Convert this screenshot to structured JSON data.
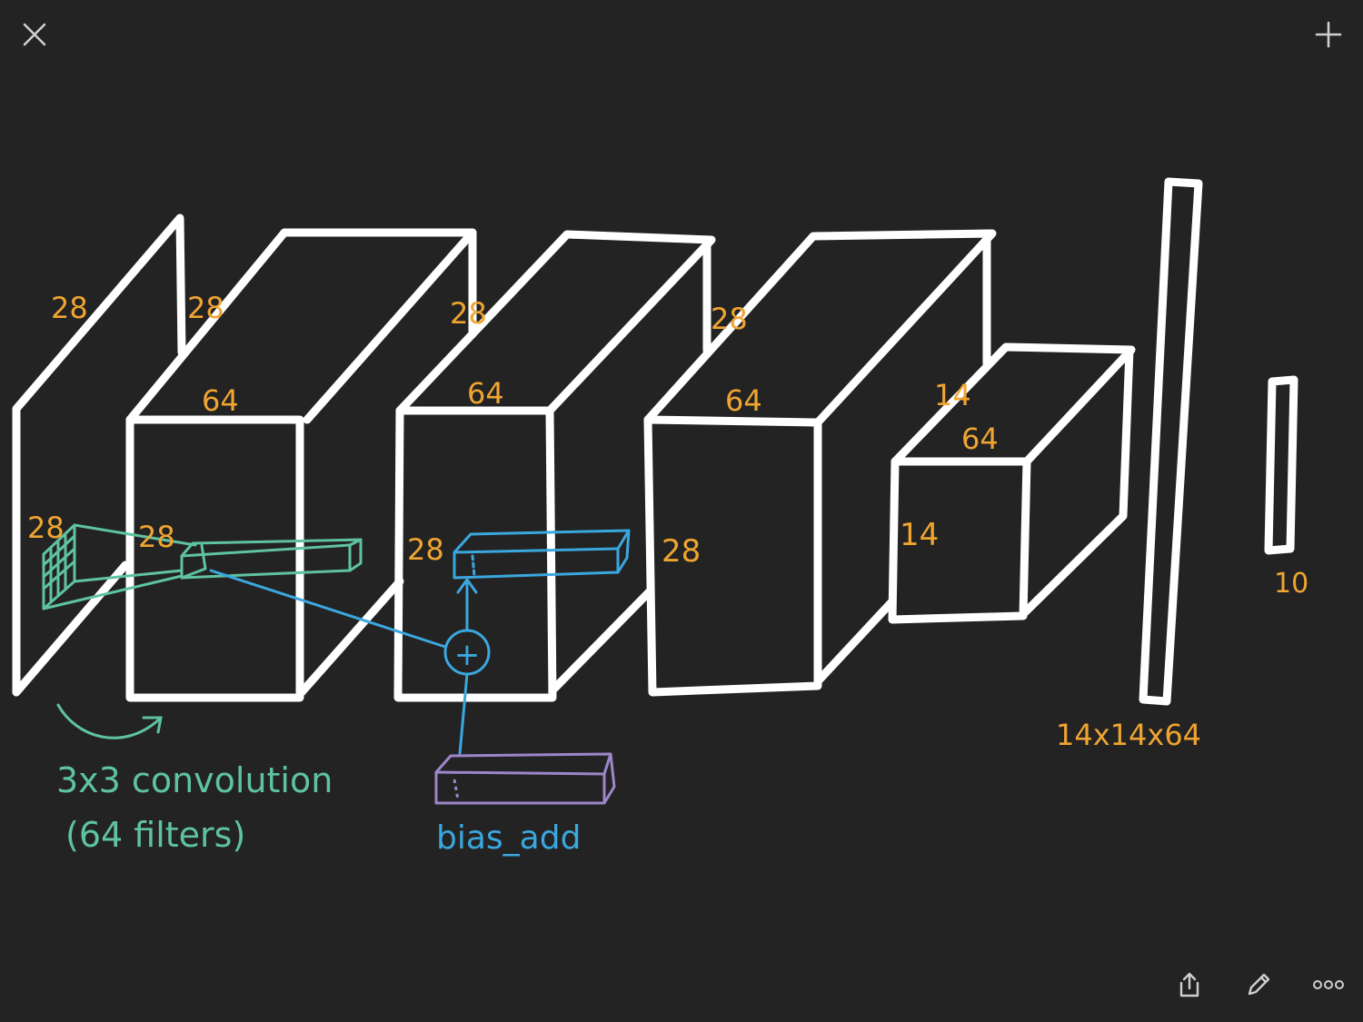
{
  "toolbar": {
    "close_icon": "close-icon",
    "add_icon": "plus-icon",
    "share_icon": "share-icon",
    "pen_icon": "pen-icon",
    "more_icon": "more-icon"
  },
  "colors": {
    "background": "#232323",
    "chalk": "#ffffff",
    "dimension": "#f0a531",
    "convolution": "#5fc3a0",
    "bias": "#3ba7df",
    "bias_block": "#9d86c9"
  },
  "diagram": {
    "input_dims": {
      "depth": "28",
      "height": "28"
    },
    "block1_dims": {
      "depth": "28",
      "width": "64",
      "height": "28"
    },
    "block2_dims": {
      "depth": "28",
      "width": "64",
      "height": "28"
    },
    "block3_dims": {
      "depth": "28",
      "width": "64",
      "height": "28"
    },
    "block4_dims": {
      "depth": "14",
      "width": "64",
      "height": "14"
    },
    "flatten_label": "14x14x64",
    "output_label": "10",
    "conv_label_line1": "3x3 convolution",
    "conv_label_line2": "(64 filters)",
    "bias_label": "bias_add",
    "plus_symbol": "+"
  }
}
